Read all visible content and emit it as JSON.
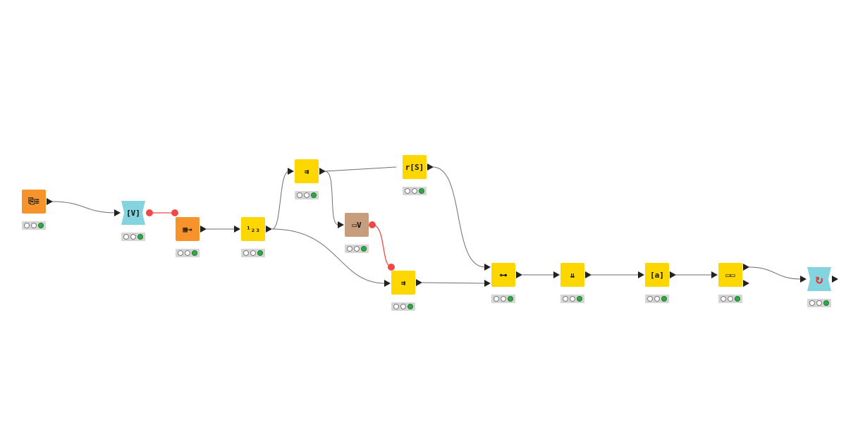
{
  "colors": {
    "source": "#f7932b",
    "manipulator": "#ffd700",
    "flow": "#84d4e0",
    "other": "#c79e7d",
    "connection": "#6e6e6e",
    "flow_variable": "#f04848",
    "light_on": "#2eaa47"
  },
  "nodes": [
    {
      "id": "n1",
      "kind": "source",
      "icon": "file-reader-icon",
      "glyph": "⎘≡",
      "state": "executed"
    },
    {
      "id": "n2",
      "kind": "flow",
      "icon": "variable-creator-icon",
      "glyph": "[V]",
      "state": "executed"
    },
    {
      "id": "n3",
      "kind": "source",
      "icon": "table-creator-icon",
      "glyph": "▦→",
      "state": "executed"
    },
    {
      "id": "n4",
      "kind": "manipulator",
      "icon": "number-to-string-icon",
      "glyph": "¹₂₃",
      "state": "executed"
    },
    {
      "id": "n5",
      "kind": "manipulator",
      "icon": "splitter-icon",
      "glyph": "⇉",
      "state": "executed"
    },
    {
      "id": "n6",
      "kind": "manipulator",
      "icon": "expression-icon",
      "glyph": "r[S]",
      "state": "executed"
    },
    {
      "id": "n7",
      "kind": "other",
      "icon": "table-to-variable-icon",
      "glyph": "▭V",
      "state": "executed"
    },
    {
      "id": "n8",
      "kind": "manipulator",
      "icon": "splitter-icon",
      "glyph": "⇉",
      "state": "executed"
    },
    {
      "id": "n9",
      "kind": "manipulator",
      "icon": "joiner-icon",
      "glyph": "⊶",
      "state": "executed"
    },
    {
      "id": "n10",
      "kind": "manipulator",
      "icon": "sorter-icon",
      "glyph": "⇊",
      "state": "executed"
    },
    {
      "id": "n11",
      "kind": "manipulator",
      "icon": "column-filter-icon",
      "glyph": "[a]",
      "state": "executed"
    },
    {
      "id": "n12",
      "kind": "manipulator",
      "icon": "row-splitter-icon",
      "glyph": "▭▭",
      "state": "executed"
    },
    {
      "id": "n13",
      "kind": "flow",
      "icon": "loop-end-icon",
      "glyph": "↻",
      "state": "executed"
    }
  ]
}
